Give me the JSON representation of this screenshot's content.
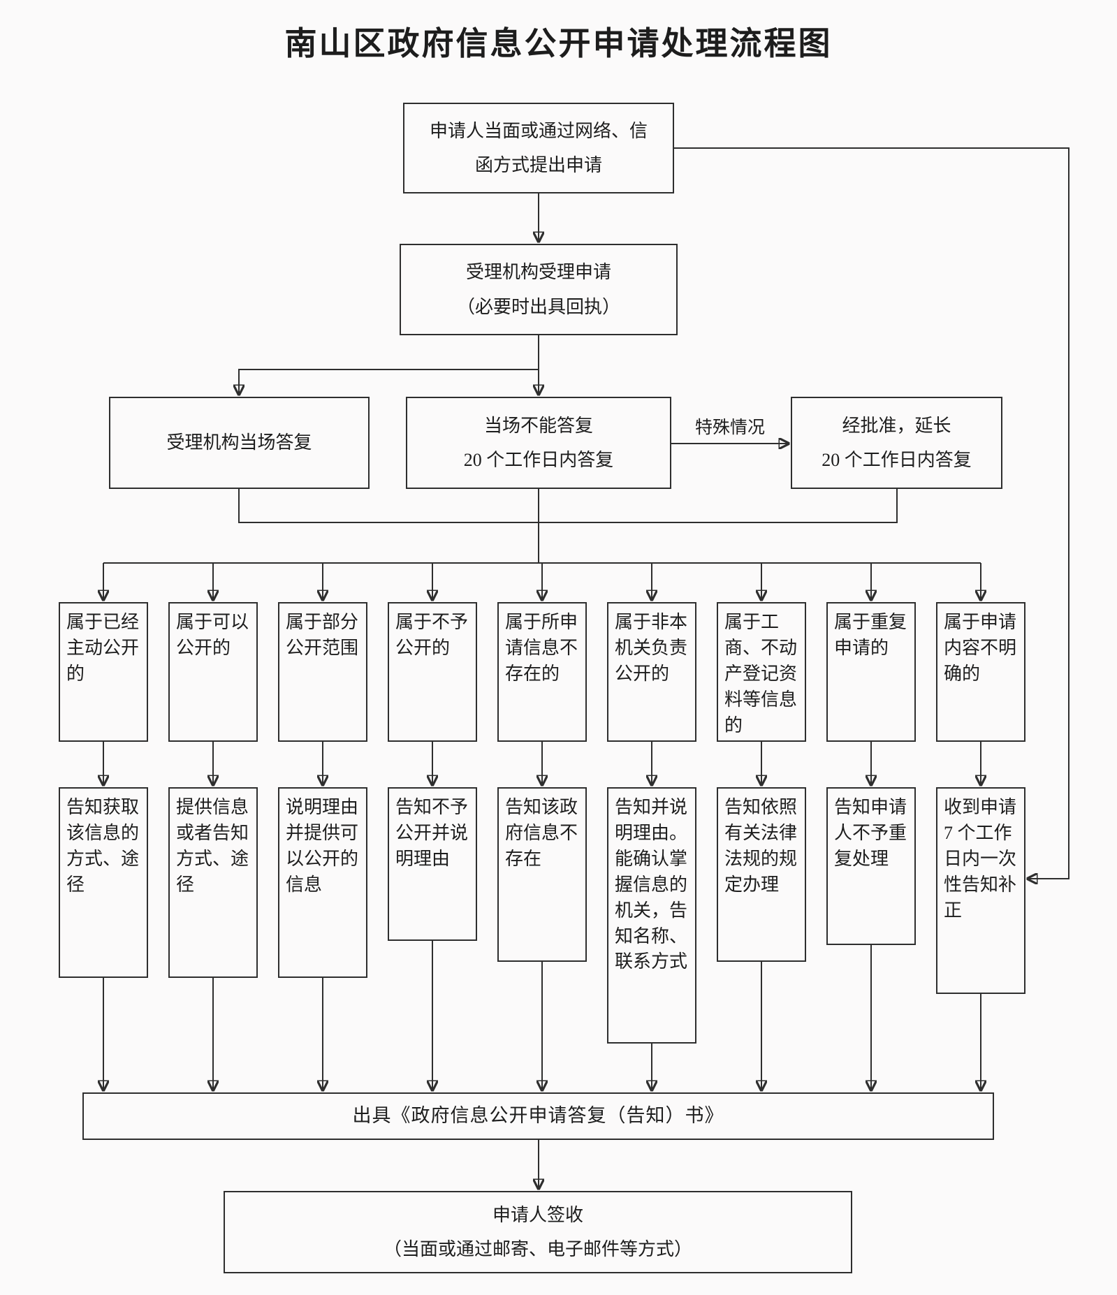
{
  "title": "南山区政府信息公开申请处理流程图",
  "colors": {
    "line": "#2e2e2e",
    "background": "#fbfafa",
    "text": "#1d1d1d"
  },
  "nodes": {
    "apply": "申请人当面或通过网络、信\n函方式提出申请",
    "accept": "受理机构受理申请\n（必要时出具回执）",
    "onsite_reply": "受理机构当场答复",
    "cannot_reply": "当场不能答复\n20 个工作日内答复",
    "special_case_label": "特殊情况",
    "extended_reply": "经批准，延长\n20 个工作日内答复",
    "issue_reply": "出具《政府信息公开申请答复（告知）书》",
    "sign_receipt": "申请人签收\n（当面或通过邮寄、电子邮件等方式）"
  },
  "columns": [
    {
      "category": "属于已经主动公开的",
      "action": "告知获取该信息的方式、途径"
    },
    {
      "category": "属于可以公开的",
      "action": "提供信息或者告知方式、途径"
    },
    {
      "category": "属于部分公开范围",
      "action": "说明理由并提供可以公开的信息"
    },
    {
      "category": "属于不予公开的",
      "action": "告知不予公开并说明理由"
    },
    {
      "category": "属于所申请信息不存在的",
      "action": "告知该政府信息不存在"
    },
    {
      "category": "属于非本机关负责公开的",
      "action": "告知并说明理由。能确认掌握信息的机关，告知名称、联系方式"
    },
    {
      "category": "属于工商、不动产登记资料等信息的",
      "action": "告知依照有关法律法规的规定办理"
    },
    {
      "category": "属于重复申请的",
      "action": "告知申请人不予重复处理"
    },
    {
      "category": "属于申请内容不明确的",
      "action": "收到申请 7 个工作日内一次性告知补正"
    }
  ]
}
